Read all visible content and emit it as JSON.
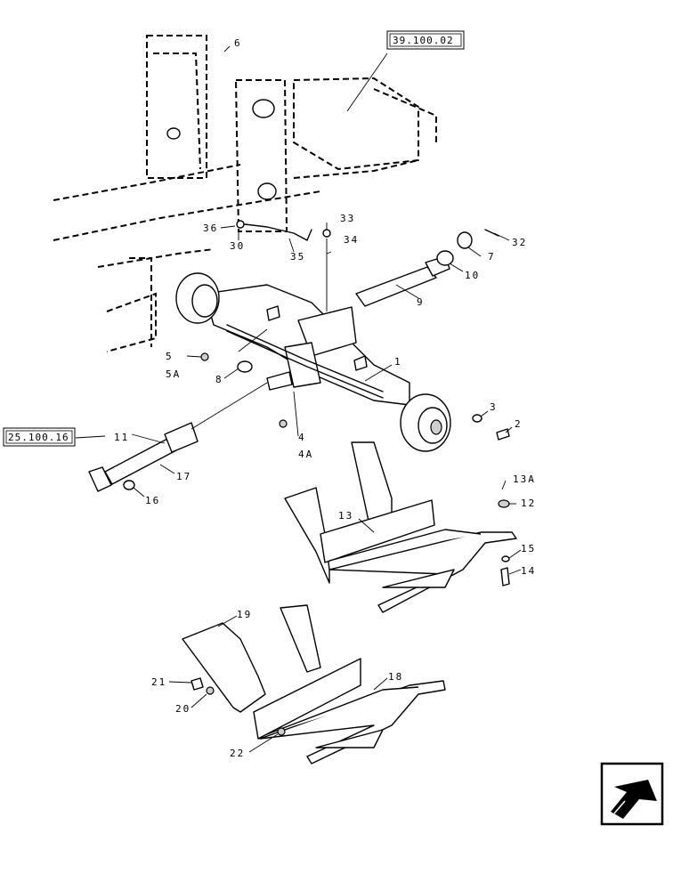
{
  "references": [
    {
      "id": "ref-39",
      "text": "39.100.02"
    },
    {
      "id": "ref-25",
      "text": "25.100.16"
    }
  ],
  "callouts": [
    "6",
    "36",
    "30",
    "35",
    "33",
    "34",
    "32",
    "10",
    "7",
    "9",
    "1",
    "5",
    "5A",
    "8",
    "4",
    "4A",
    "3",
    "2",
    "11",
    "17",
    "16",
    "13A",
    "12",
    "13",
    "15",
    "14",
    "19",
    "21",
    "20",
    "18",
    "22"
  ],
  "nav_icon": "next-page-arrow-icon"
}
